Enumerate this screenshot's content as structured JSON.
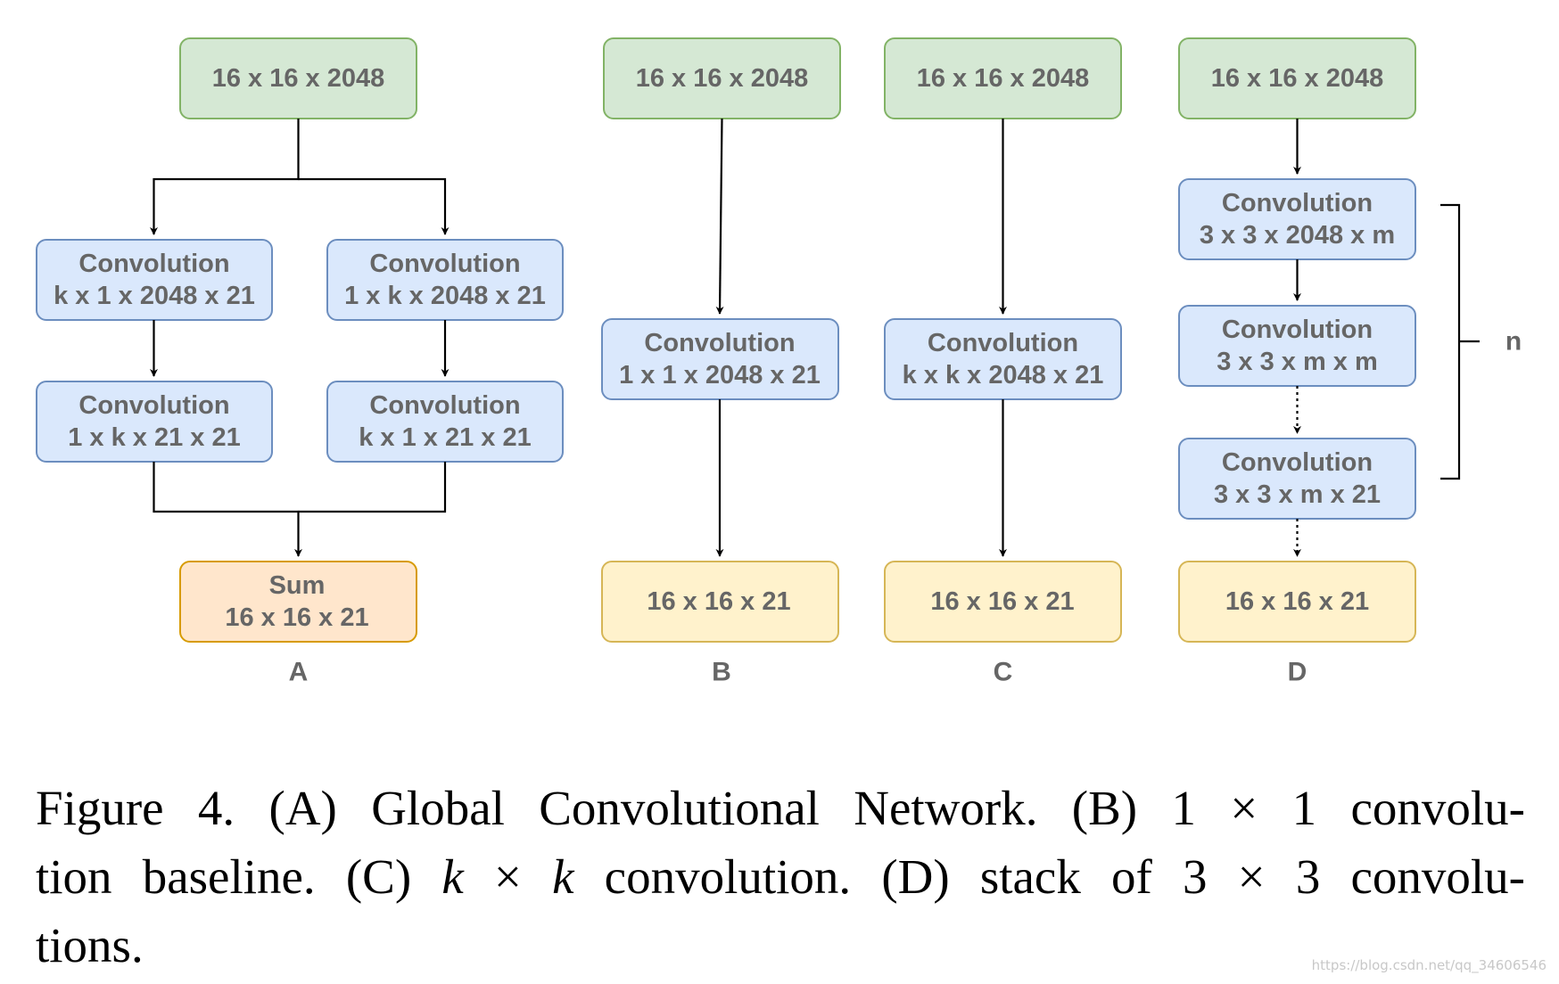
{
  "colors": {
    "input_fill": "#d5e8d4",
    "input_stroke": "#82b366",
    "conv_fill": "#dae8fc",
    "conv_stroke": "#6c8ebf",
    "output_fill": "#fff2cc",
    "output_stroke": "#d6b656",
    "sum_fill": "#ffe6cc",
    "sum_stroke": "#d79b00",
    "text": "#666666"
  },
  "panels": {
    "a": {
      "label": "A",
      "input": "16 x 16 x 2048",
      "left_conv1": {
        "title": "Convolution",
        "dims": "k x 1 x 2048 x 21"
      },
      "right_conv1": {
        "title": "Convolution",
        "dims": "1 x k x 2048 x 21"
      },
      "left_conv2": {
        "title": "Convolution",
        "dims": "1 x k x 21 x 21"
      },
      "right_conv2": {
        "title": "Convolution",
        "dims": "k x 1 x 21 x 21"
      },
      "sum": {
        "title": "Sum",
        "dims": "16 x 16 x 21"
      }
    },
    "b": {
      "label": "B",
      "input": "16 x 16 x 2048",
      "conv": {
        "title": "Convolution",
        "dims": "1 x 1 x 2048 x 21"
      },
      "output": "16 x 16 x 21"
    },
    "c": {
      "label": "C",
      "input": "16 x 16 x 2048",
      "conv": {
        "title": "Convolution",
        "dims": "k x k x 2048 x 21"
      },
      "output": "16 x 16 x 21"
    },
    "d": {
      "label": "D",
      "input": "16 x 16 x 2048",
      "conv1": {
        "title": "Convolution",
        "dims": "3 x 3 x 2048 x m"
      },
      "conv2": {
        "title": "Convolution",
        "dims": "3 x 3 x m x m"
      },
      "conv3": {
        "title": "Convolution",
        "dims": "3 x 3 x m x 21"
      },
      "output": "16 x 16 x 21",
      "repeat_label": "n"
    }
  },
  "caption": {
    "line1": "Figure 4. (A) Global Convolutional Network. (B) 1 × 1 convolu-",
    "line2_pre": "tion baseline. (C) ",
    "line2_k1": "k",
    "line2_times": " × ",
    "line2_k2": "k",
    "line2_post": " convolution. (D) stack of 3 × 3 convolu-",
    "line3": "tions."
  },
  "watermark": "https://blog.csdn.net/qq_34606546"
}
